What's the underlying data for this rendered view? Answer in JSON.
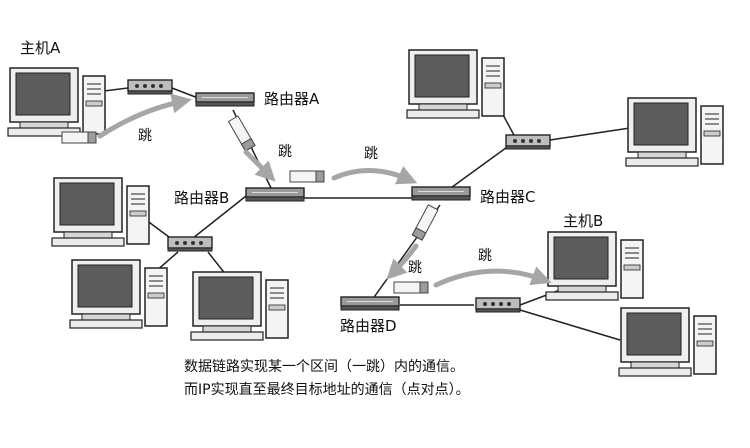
{
  "labels": {
    "host_a": "主机A",
    "host_b": "主机B",
    "router_a": "路由器A",
    "router_b": "路由器B",
    "router_c": "路由器C",
    "router_d": "路由器D",
    "hop": "跳"
  },
  "caption": {
    "line1": "数据链路实现某一个区间（一跳）内的通信。",
    "line2": "而IP实现直至最终目标地址的通信（点对点）。"
  }
}
